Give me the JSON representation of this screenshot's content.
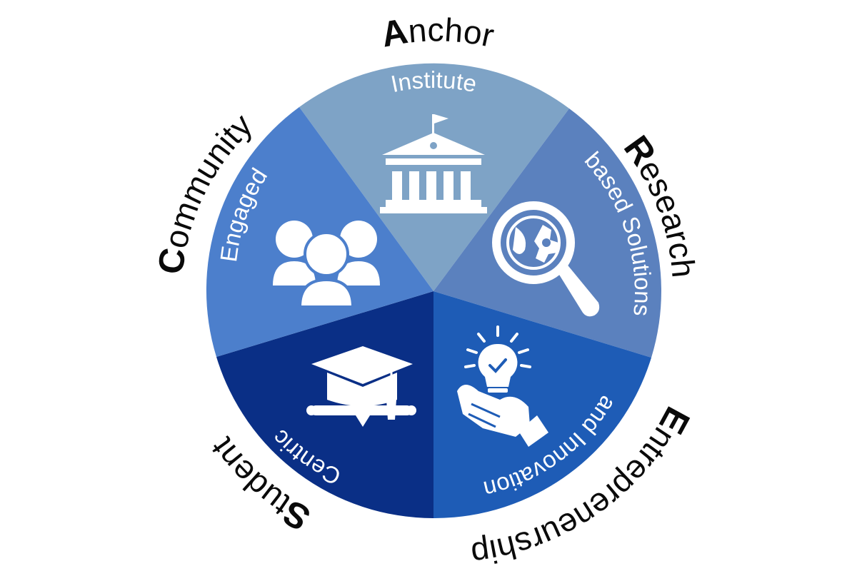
{
  "diagram": {
    "segments": [
      {
        "id": "anchor",
        "outer_initial": "A",
        "outer_rest": "nchor",
        "inner_text": "Institute",
        "color": "#7ea3c6",
        "icon": "institute-building-icon"
      },
      {
        "id": "research",
        "outer_initial": "R",
        "outer_rest": "esearch",
        "inner_text": "based Solutions",
        "color": "#5b81be",
        "icon": "magnifier-globe-gear-icon"
      },
      {
        "id": "entrepreneurship",
        "outer_initial": "E",
        "outer_rest": "ntrepreneurship",
        "inner_text": "and Innovation",
        "color": "#1e5cb6",
        "icon": "hand-lightbulb-icon"
      },
      {
        "id": "student",
        "outer_initial": "S",
        "outer_rest": "tudent",
        "inner_text": "Centric",
        "color": "#0a2f86",
        "icon": "graduation-cap-diploma-icon"
      },
      {
        "id": "community",
        "outer_initial": "C",
        "outer_rest": "ommunity",
        "inner_text": "Engaged",
        "color": "#4c7fcc",
        "icon": "people-group-icon"
      }
    ]
  }
}
